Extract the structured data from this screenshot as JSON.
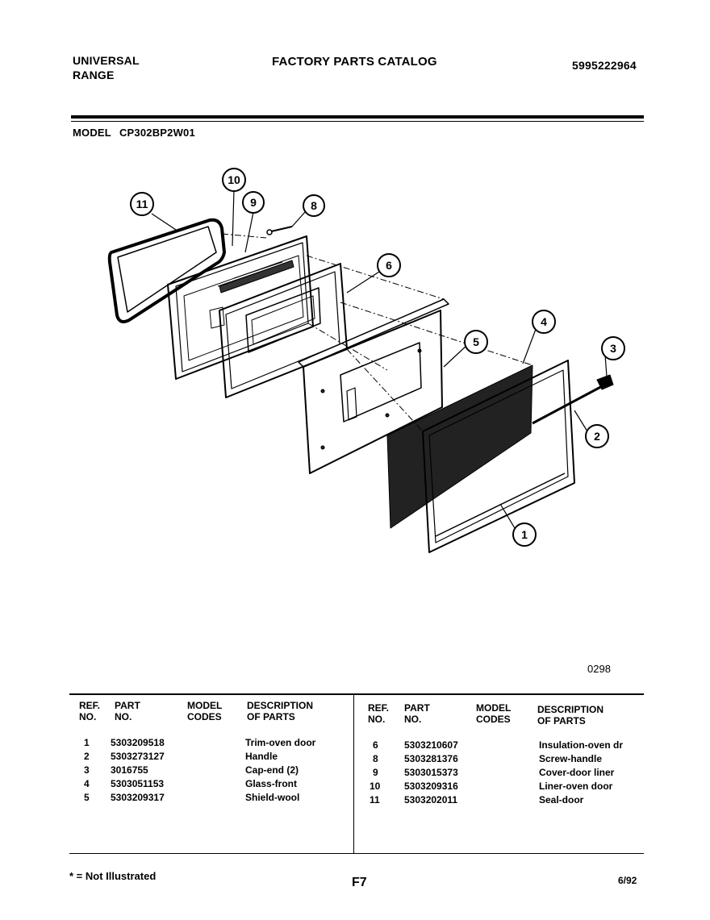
{
  "header": {
    "brand_line1": "UNIVERSAL",
    "brand_line2": "RANGE",
    "catalog_title": "FACTORY PARTS CATALOG",
    "catalog_number": "5995222964"
  },
  "model": {
    "label": "MODEL",
    "number": "CP302BP2W01"
  },
  "diagram": {
    "callouts": [
      "11",
      "10",
      "9",
      "8",
      "6",
      "5",
      "4",
      "3",
      "2",
      "1"
    ],
    "drawing_code": "0298"
  },
  "table": {
    "headers": {
      "ref": [
        "REF.",
        "NO."
      ],
      "part": [
        "PART",
        "NO."
      ],
      "model": [
        "MODEL",
        "CODES"
      ],
      "desc": [
        "DESCRIPTION",
        "OF PARTS"
      ]
    },
    "left_rows": [
      {
        "ref": "1",
        "part": "5303209518",
        "codes": "",
        "desc": "Trim-oven door"
      },
      {
        "ref": "2",
        "part": "5303273127",
        "codes": "",
        "desc": "Handle"
      },
      {
        "ref": "3",
        "part": "3016755",
        "codes": "",
        "desc": "Cap-end (2)"
      },
      {
        "ref": "4",
        "part": "5303051153",
        "codes": "",
        "desc": "Glass-front"
      },
      {
        "ref": "5",
        "part": "5303209317",
        "codes": "",
        "desc": "Shield-wool"
      }
    ],
    "right_rows": [
      {
        "ref": "6",
        "part": "5303210607",
        "codes": "",
        "desc": "Insulation-oven dr"
      },
      {
        "ref": "8",
        "part": "5303281376",
        "codes": "",
        "desc": "Screw-handle"
      },
      {
        "ref": "9",
        "part": "5303015373",
        "codes": "",
        "desc": "Cover-door liner"
      },
      {
        "ref": "10",
        "part": "5303209316",
        "codes": "",
        "desc": "Liner-oven door"
      },
      {
        "ref": "11",
        "part": "5303202011",
        "codes": "",
        "desc": "Seal-door"
      }
    ]
  },
  "footer": {
    "note": "* = Not Illustrated",
    "page_code": "F7",
    "date": "6/92"
  }
}
